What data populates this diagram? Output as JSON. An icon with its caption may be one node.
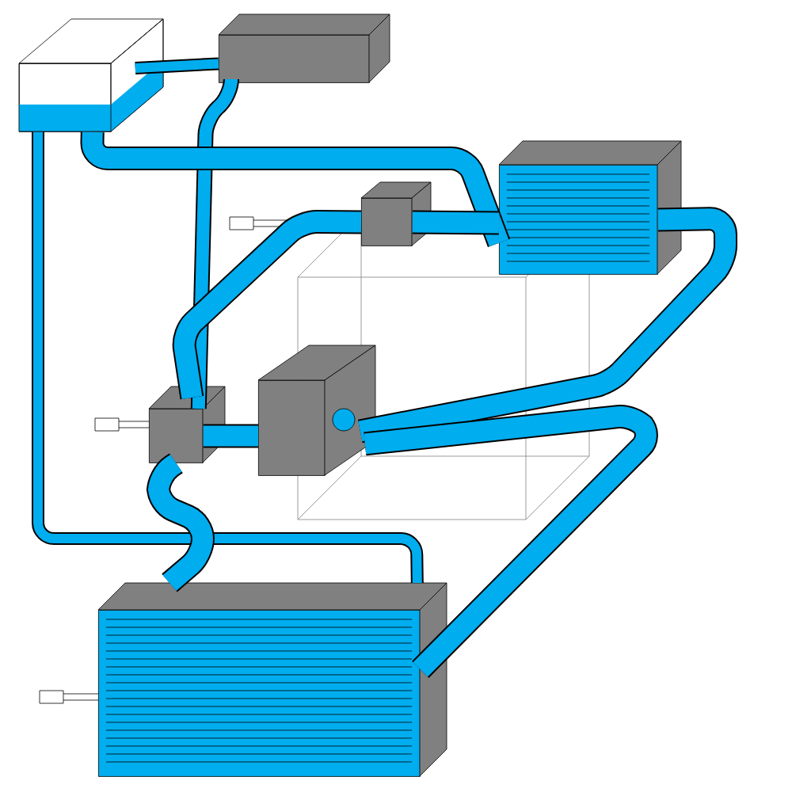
{
  "diagram": {
    "nodes": [
      {
        "text": [],
        "shape": "box"
      },
      {
        "text": [],
        "shape": "box"
      },
      {
        "text": [],
        "shape": "box"
      },
      {
        "text": [],
        "shape": "box"
      },
      {
        "text": [],
        "shape": "box"
      },
      {
        "text": [],
        "shape": "box"
      },
      {
        "text": [],
        "shape": "box"
      }
    ],
    "edges": [
      {
        "from": 0,
        "to": 6,
        "arrow": "none"
      },
      {
        "from": 0,
        "to": 1,
        "arrow": "none"
      },
      {
        "from": 1,
        "to": 4,
        "arrow": "none"
      },
      {
        "from": 0,
        "to": 2,
        "arrow": "none"
      },
      {
        "from": 4,
        "to": 3,
        "arrow": "none"
      },
      {
        "from": 3,
        "to": 2,
        "arrow": "none"
      },
      {
        "from": 2,
        "to": 5,
        "arrow": "none"
      },
      {
        "from": 5,
        "to": 6,
        "arrow": "none"
      },
      {
        "from": 4,
        "to": 6,
        "arrow": "none"
      },
      {
        "from": 4,
        "to": 5,
        "arrow": "none"
      }
    ]
  }
}
